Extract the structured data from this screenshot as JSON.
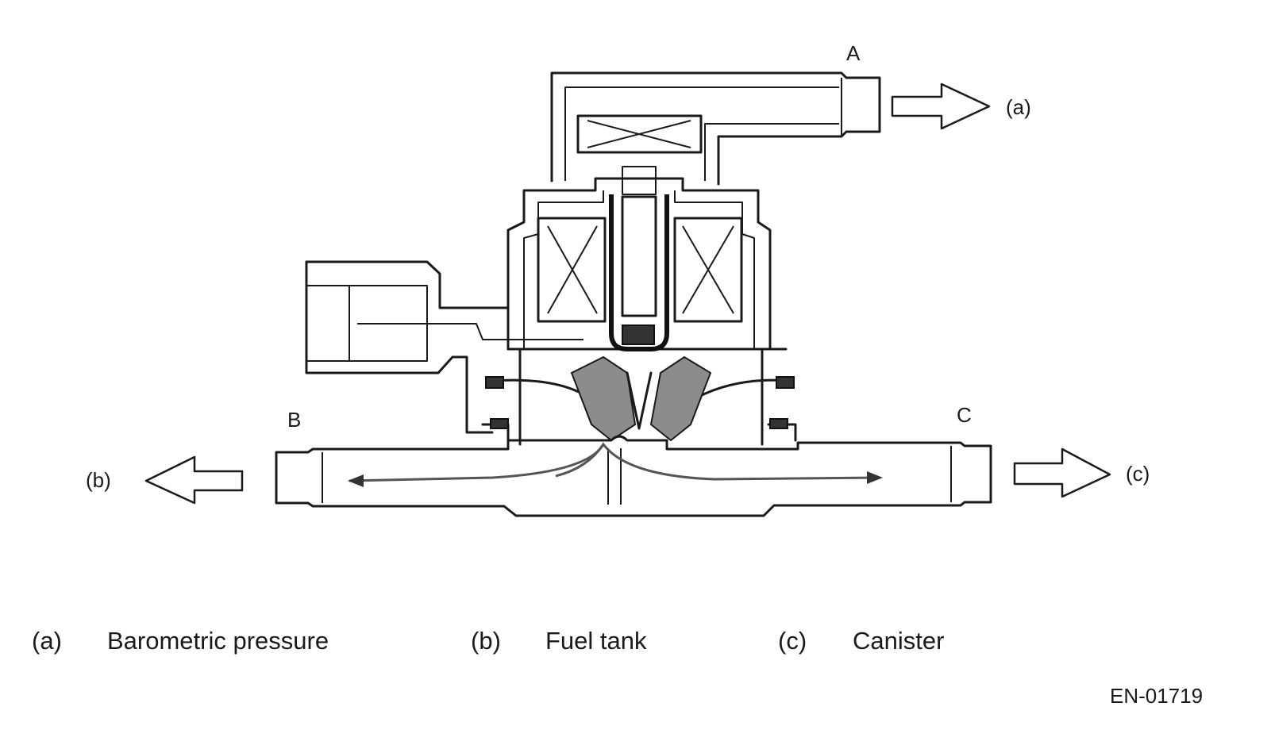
{
  "diagram": {
    "port_labels": {
      "A": "A",
      "B": "B",
      "C": "C"
    },
    "arrow_labels": {
      "a": "(a)",
      "b": "(b)",
      "c": "(c)"
    }
  },
  "legend": [
    {
      "key": "(a)",
      "text": "Barometric pressure"
    },
    {
      "key": "(b)",
      "text": "Fuel tank"
    },
    {
      "key": "(c)",
      "text": "Canister"
    }
  ],
  "figure_code": "EN-01719",
  "colors": {
    "line": "#1a1a1a",
    "fill_dark": "#333333",
    "fill_hatch": "#8c8c8c"
  }
}
